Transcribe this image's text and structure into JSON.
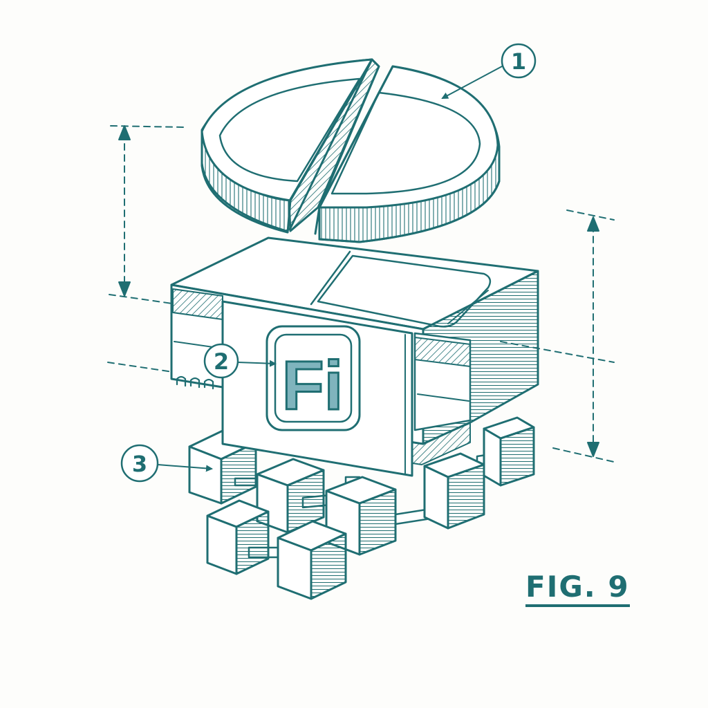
{
  "figure": {
    "label": "FIG. 9",
    "logo_text": "Fi",
    "callouts": [
      {
        "number": "1"
      },
      {
        "number": "2"
      },
      {
        "number": "3"
      }
    ]
  },
  "colors": {
    "ink": "#1f6e72",
    "logo_fill": "#7fb4bd",
    "paper": "#fdfdfb",
    "face": "#ffffff"
  },
  "icons": [
    "split-disc-icon",
    "box-housing-icon",
    "cube-array-icon",
    "dimension-arrow-icon"
  ]
}
